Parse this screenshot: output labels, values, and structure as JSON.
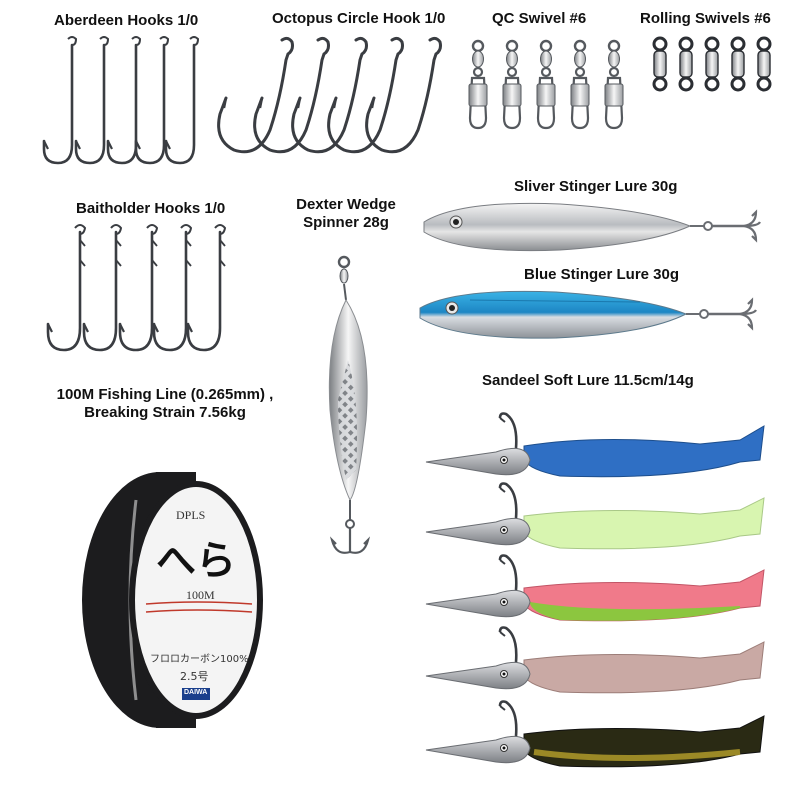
{
  "labels": {
    "aberdeen": "Aberdeen Hooks 1/0",
    "octopus": "Octopus Circle Hook 1/0",
    "qc_swivel": "QC Swivel #6",
    "rolling": "Rolling Swivels #6",
    "baitholder": "Baitholder Hooks 1/0",
    "dexter_line1": "Dexter Wedge",
    "dexter_line2": "Spinner 28g",
    "sliver": "Sliver Stinger Lure 30g",
    "blue": "Blue Stinger Lure 30g",
    "line_line1": "100M Fishing Line (0.265mm) ,",
    "line_line2": "Breaking Strain 7.56kg",
    "sandeel": "Sandeel Soft Lure 11.5cm/14g"
  },
  "spool": {
    "brand": "DPLS",
    "kana": "へら",
    "length": "100M",
    "material": "フロロカーボン100%",
    "size": "2.5号",
    "maker": "DAIWA"
  },
  "colors": {
    "hook_metal": "#3a3d42",
    "sandeel_bodies": [
      "#2f6fc4",
      "#d8f5b0",
      "#f07a8a",
      "#c9a9a4",
      "#2a2a14"
    ]
  }
}
